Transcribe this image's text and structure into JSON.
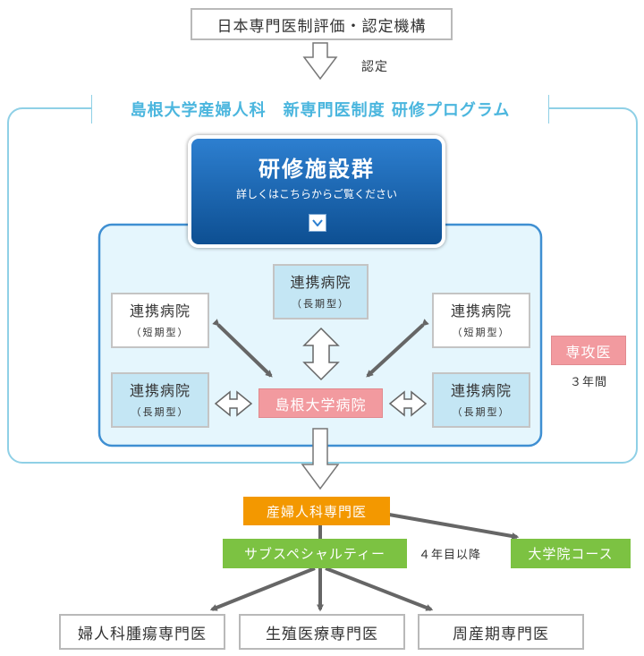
{
  "certifier": "日本専門医制評価・認定機構",
  "certify_label": "認定",
  "program_title": "島根大学産婦人科　新専門医制度 研修プログラム",
  "facility_header": {
    "title": "研修施設群",
    "subtitle": "詳しくはこちらからご覧ください",
    "toggle_icon": "chevron-down"
  },
  "hospitals": {
    "top_center": {
      "name": "連携病院",
      "type": "（長期型）"
    },
    "upper_left": {
      "name": "連携病院",
      "type": "（短期型）"
    },
    "upper_right": {
      "name": "連携病院",
      "type": "（短期型）"
    },
    "lower_left": {
      "name": "連携病院",
      "type": "（長期型）"
    },
    "lower_right": {
      "name": "連携病院",
      "type": "（長期型）"
    },
    "main": "島根大学病院"
  },
  "trainee": {
    "label": "専攻医",
    "duration": "３年間"
  },
  "specialist": "産婦人科専門医",
  "subspecialty": "サブスペシャルティー",
  "after_year_four": "４年目以降",
  "graduate_course": "大学院コース",
  "sub_fields": [
    "婦人科腫瘍専門医",
    "生殖医療専門医",
    "周産期専門医"
  ],
  "colors": {
    "cyan_frame": "#8fd0e6",
    "title_text": "#4bb6de",
    "header_blue": "#0f5a9f",
    "inner_panel": "#e5f6fd",
    "inner_border": "#3f8fd2",
    "pink": "#f29a9f",
    "orange": "#f39800",
    "green": "#7cc242",
    "arrow": "#666666"
  }
}
